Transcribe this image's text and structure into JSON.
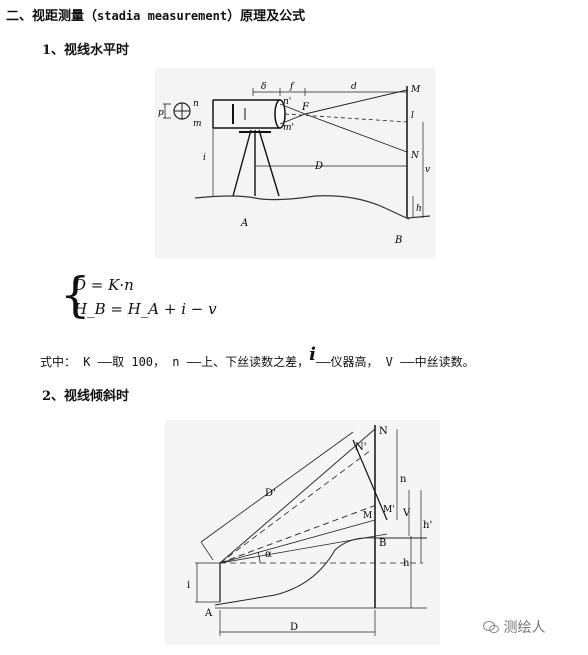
{
  "section": {
    "heading_prefix": "二、视距测量（",
    "heading_en": "stadia measurement",
    "heading_suffix": "）原理及公式"
  },
  "case1": {
    "title": "1、视线水平时"
  },
  "case2": {
    "title": "2、视线倾斜时"
  },
  "figure1": {
    "labels": {
      "p": "p",
      "n": "n",
      "m": "m",
      "n_prime": "n'",
      "m_prime": "m'",
      "F": "F",
      "delta": "δ",
      "f": "f",
      "d": "d",
      "M": "M",
      "l": "l",
      "N": "N",
      "i": "i",
      "D": "D",
      "v": "v",
      "h": "h",
      "A": "A",
      "B": "B"
    }
  },
  "formula": {
    "line1": "D = K·n",
    "line2": "H_B = H_A + i − v"
  },
  "note": {
    "prefix": "式中： K ——取 100， n ——上、下丝读数之差，",
    "i_symbol": "i",
    "suffix": "——仪器高， V ——中丝读数。"
  },
  "figure2": {
    "labels": {
      "N_prime": "N'",
      "N": "N",
      "D_prime": "D'",
      "n": "n",
      "M_prime": "M'",
      "M": "M",
      "V": "V",
      "h_prime": "h'",
      "alpha": "α",
      "B": "B",
      "i": "i",
      "h": "h",
      "A": "A",
      "D": "D"
    }
  },
  "watermark": {
    "text": "测绘人",
    "icon": "wechat-icon"
  }
}
